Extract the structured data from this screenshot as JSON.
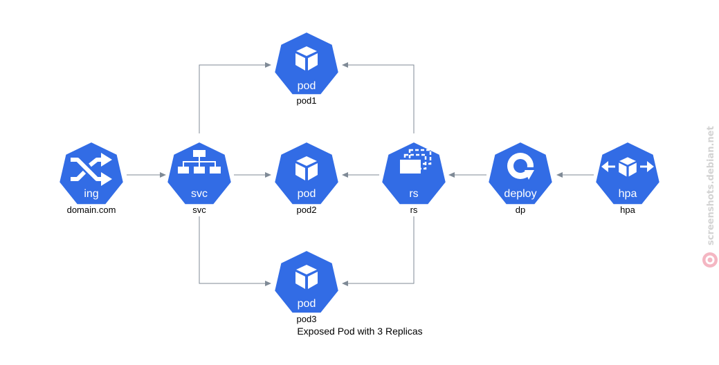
{
  "diagram": {
    "caption": "Exposed Pod with 3 Replicas",
    "accent_color": "#326ce5",
    "nodes": {
      "ing": {
        "badge": "ing",
        "label": "domain.com",
        "icon": "ingress-shuffle-icon"
      },
      "svc": {
        "badge": "svc",
        "label": "svc",
        "icon": "service-network-icon"
      },
      "pod1": {
        "badge": "pod",
        "label": "pod1",
        "icon": "pod-cube-icon"
      },
      "pod2": {
        "badge": "pod",
        "label": "pod2",
        "icon": "pod-cube-icon"
      },
      "pod3": {
        "badge": "pod",
        "label": "pod3",
        "icon": "pod-cube-icon"
      },
      "rs": {
        "badge": "rs",
        "label": "rs",
        "icon": "replicaset-stack-icon"
      },
      "dp": {
        "badge": "deploy",
        "label": "dp",
        "icon": "deployment-cycle-icon"
      },
      "hpa": {
        "badge": "hpa",
        "label": "hpa",
        "icon": "hpa-scale-icon"
      }
    }
  },
  "watermark": {
    "text": "screenshots.debian.net"
  }
}
